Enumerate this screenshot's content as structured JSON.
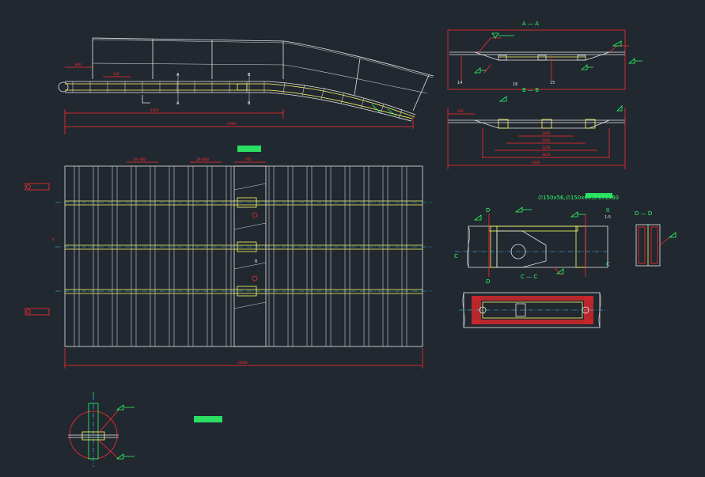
{
  "labels": {
    "section_a": "A — A",
    "section_b": "B — B",
    "view_mark": "II",
    "view_scale": "1:5",
    "letter_a": "A",
    "letter_b": "B",
    "letter_c": "C",
    "letter_d": "D",
    "cc": "C — C",
    "dd": "D — D",
    "detail_i": "I",
    "num_14": "14",
    "num_15": "15",
    "num_16": "16",
    "spec_line": "∅150x56,∅150x60,∅151x60"
  },
  "dims": {
    "top_left_small": "800",
    "top_left_140": "140",
    "top_4000": "4000",
    "top_total": "(7000)",
    "ab_600": "600",
    "bb_1800": "1800",
    "bb_2400": "2400",
    "bb_3200": "3200",
    "bb_3810": "3810",
    "bb_4000": "4000",
    "plan_pitch_1": "18×400",
    "plan_pitch_2": "18×400",
    "plan_700": "700",
    "plan_total": "10000"
  }
}
